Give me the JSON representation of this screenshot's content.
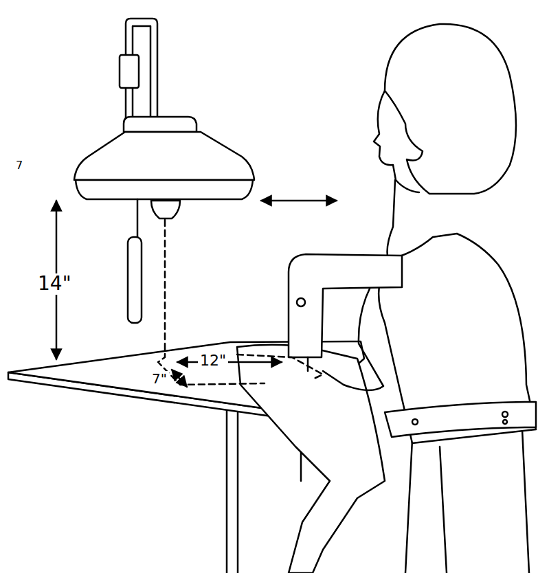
{
  "diagram": {
    "labels": [
      "7",
      "14\"",
      "12\"",
      "7\""
    ]
  }
}
